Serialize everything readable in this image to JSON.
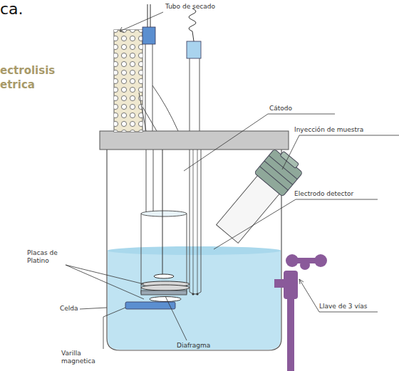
{
  "diagram": {
    "labels": [
      "ca.",
      "ectrolisis",
      "etrica",
      "Tubo de secado",
      "Cátodo",
      "Inyección de muestra",
      "Electrodo detector",
      "Placas de Platino",
      "Celda",
      "Llave de 3 vías",
      "Varilla magnetica",
      "Diafragma"
    ]
  }
}
